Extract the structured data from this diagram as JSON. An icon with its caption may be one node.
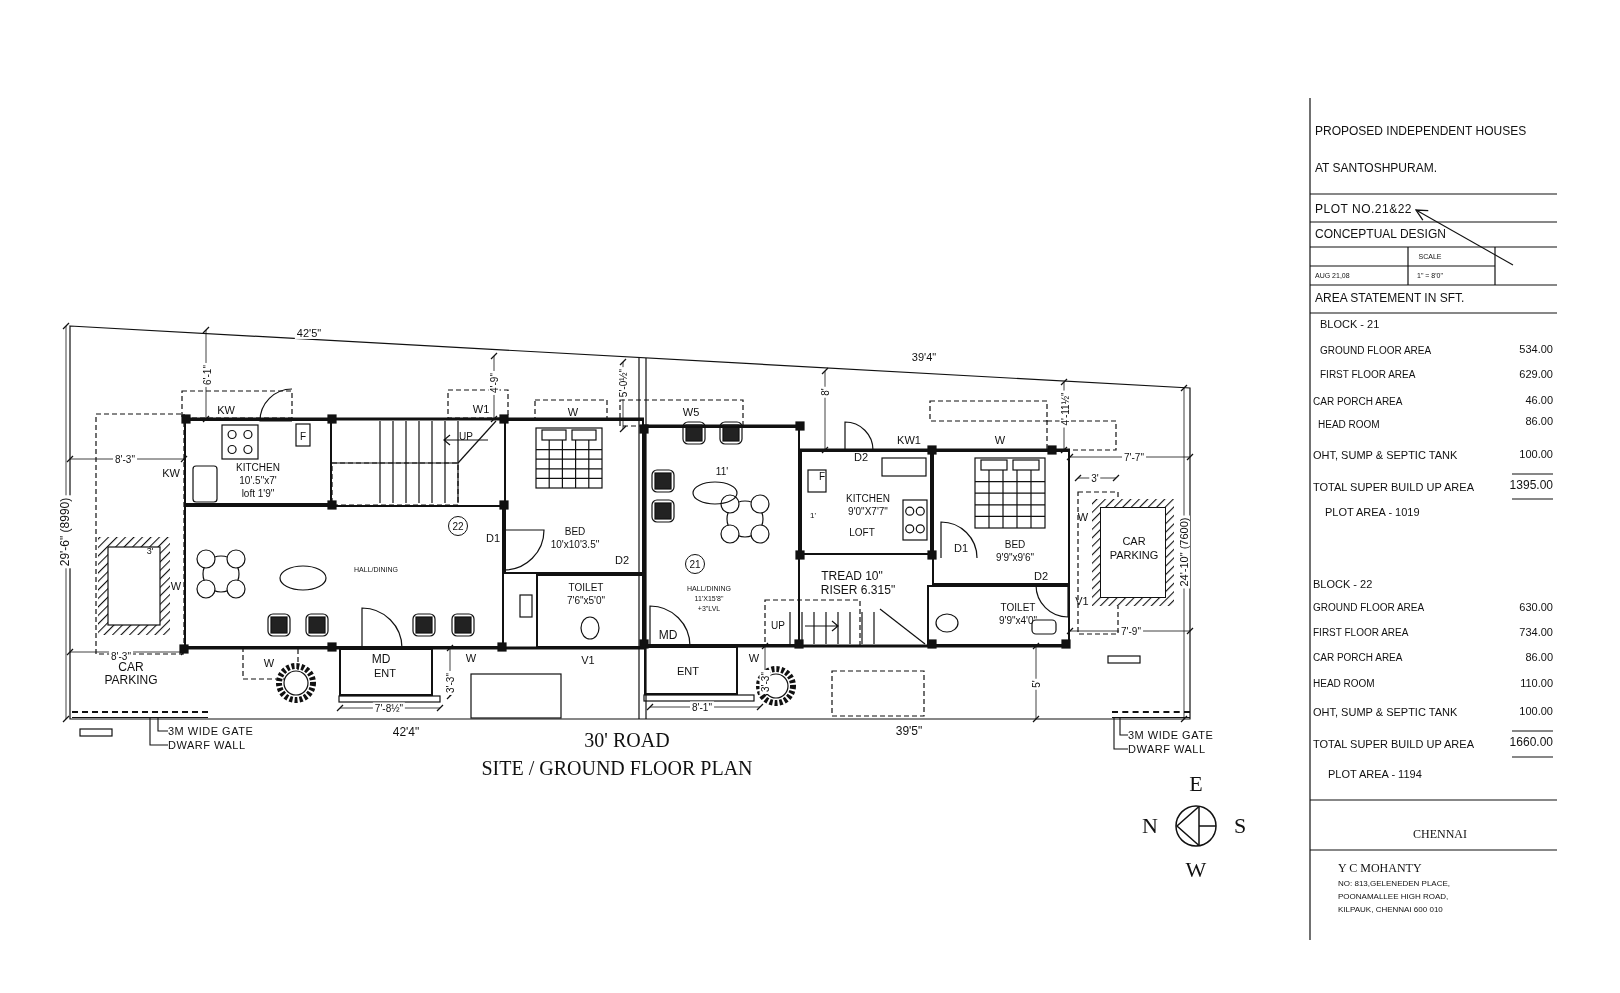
{
  "diagram": {
    "title": "SITE / GROUND FLOOR PLAN",
    "nodes": [
      {
        "text": [
          "KITCHEN",
          "10'.5\"x7'",
          "loft 1'9\""
        ]
      },
      {
        "text": [
          "HALL/DINING"
        ]
      },
      {
        "text": [
          "BED",
          "10'x10'3.5\""
        ]
      },
      {
        "text": [
          "TOILET",
          "7'6\"x5'0\""
        ]
      },
      {
        "text": [
          "ENT"
        ]
      },
      {
        "text": [
          "HALL/DINING",
          "11'X15'8\"",
          "+3\"LVL"
        ]
      },
      {
        "text": [
          "KITCHEN",
          "9'0\"X7'7\""
        ]
      },
      {
        "text": [
          "BED",
          "9'9\"x9'6\""
        ]
      },
      {
        "text": [
          "TOILET",
          "9'9\"x4'0\""
        ]
      },
      {
        "text": [
          "ENT"
        ]
      },
      {
        "text": [
          "CAR PARKING"
        ]
      },
      {
        "text": [],
        "shape": "bar"
      },
      {
        "text": [
          "3M WIDE GATE"
        ]
      },
      {
        "text": [
          "DWARF WALL"
        ]
      },
      {
        "text": [],
        "shape": "bar"
      },
      {
        "text": [
          "3M WIDE GATE"
        ]
      },
      {
        "text": [
          "DWARF WALL"
        ]
      },
      {
        "text": [
          "PLOT NO.21&22"
        ]
      }
    ],
    "edges": [
      {
        "from": 12,
        "to": 11,
        "arrow": "none"
      },
      {
        "from": 13,
        "to": 11,
        "arrow": "none"
      },
      {
        "from": 15,
        "to": 14,
        "arrow": "none"
      },
      {
        "from": 16,
        "to": 14,
        "arrow": "none"
      },
      {
        "from": null,
        "to": 17,
        "arrow": "to"
      }
    ],
    "labels": [
      "42'5\"",
      "39'4\"",
      "6'-1\"",
      "4'-9\"",
      "5'-0½\"",
      "8'",
      "4'-11½\"",
      "KW",
      "W1",
      "W",
      "W5",
      "F",
      "UP",
      "KW1",
      "W",
      "8'-3\"",
      "D2",
      "7'-7\"",
      "KW",
      "11'",
      "F",
      "3'",
      "29'-6\" (8990)",
      "22",
      "1'",
      "LOFT",
      "W",
      "3'",
      "D1",
      "21",
      "D1",
      "24'-10\" (7600)",
      "W",
      "D2",
      "TREAD 10\"",
      "D2",
      "RISER 6.315\"",
      "V1",
      "MD",
      "UP",
      "7'-9\"",
      "8'-3\"",
      "W",
      "MD",
      "W",
      "V1",
      "W",
      "CAR PARKING",
      "3'-3\"",
      "3'-3\"",
      "5'",
      "7'-8½\"",
      "8'-1\"",
      "42'4\"",
      "30' ROAD",
      "39'5\"",
      "E",
      "N",
      "S",
      "W",
      "PROPOSED INDEPENDENT HOUSES",
      "AT SANTOSHPURAM.",
      "CONCEPTUAL DESIGN",
      "SCALE",
      "AUG 21,08",
      "1\" = 8'0\"",
      "AREA STATEMENT IN SFT.",
      "BLOCK - 21",
      "GROUND FLOOR AREA",
      "534.00",
      "FIRST FLOOR AREA",
      "629.00",
      "CAR PORCH AREA",
      "46.00",
      "HEAD ROOM",
      "86.00",
      "OHT, SUMP & SEPTIC TANK",
      "100.00",
      "TOTAL SUPER BUILD UP AREA",
      "1395.00",
      "PLOT AREA - 1019",
      "BLOCK - 22",
      "GROUND FLOOR AREA",
      "630.00",
      "FIRST FLOOR AREA",
      "734.00",
      "CAR PORCH AREA",
      "86.00",
      "HEAD ROOM",
      "110.00",
      "OHT, SUMP & SEPTIC TANK",
      "100.00",
      "TOTAL SUPER BUILD UP AREA",
      "1660.00",
      "PLOT AREA - 1194",
      "CHENNAI",
      "Y C MOHANTY",
      "NO: 813,GELENEDEN PLACE,",
      "POONAMALLEE HIGH ROAD,",
      "KILPAUK, CHENNAI 600 010"
    ]
  }
}
